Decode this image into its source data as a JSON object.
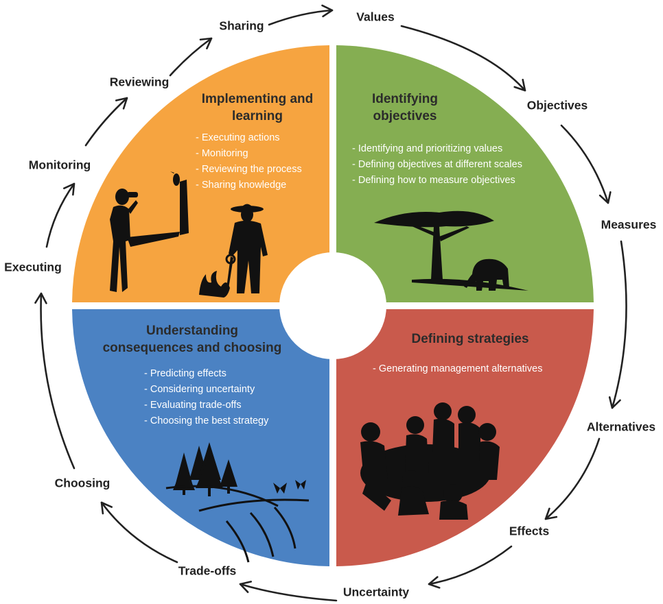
{
  "quadrants": {
    "implementing": {
      "title_lines": [
        "Implementing and",
        "learning"
      ],
      "color": "#F6A440",
      "items": [
        "- Executing actions",
        "- Monitoring",
        "- Reviewing the process",
        "- Sharing knowledge"
      ]
    },
    "objectives": {
      "title_lines": [
        "Identifying",
        "objectives"
      ],
      "color": "#85AE52",
      "items": [
        "- Identifying and prioritizing values",
        "- Defining objectives at different scales",
        "- Defining how to measure objectives"
      ]
    },
    "consequences": {
      "title_lines": [
        "Understanding",
        "consequences and choosing"
      ],
      "color": "#4B82C3",
      "items": [
        "- Predicting effects",
        "- Considering uncertainty",
        "- Evaluating trade-offs",
        "- Choosing the best strategy"
      ]
    },
    "strategies": {
      "title_lines": [
        "Defining strategies"
      ],
      "color": "#C95A4C",
      "items": [
        "- Generating management alternatives"
      ]
    }
  },
  "cycle_steps": [
    "Values",
    "Objectives",
    "Measures",
    "Alternatives",
    "Effects",
    "Uncertainty",
    "Trade-offs",
    "Choosing",
    "Executing",
    "Monitoring",
    "Reviewing",
    "Sharing"
  ],
  "icons": {
    "implementing": [
      "person-binoculars-icon",
      "woodpecker-tree-icon",
      "ranger-dog-icon",
      "fire-icon"
    ],
    "objectives": [
      "acacia-tree-icon",
      "elephant-icon"
    ],
    "consequences": [
      "forest-landscape-icon",
      "butterflies-icon"
    ],
    "strategies": [
      "group-meeting-icon"
    ]
  },
  "colors": {
    "arrow": "#222222",
    "center": "#ffffff",
    "text": "#222222",
    "list_text": "#ffffff"
  }
}
